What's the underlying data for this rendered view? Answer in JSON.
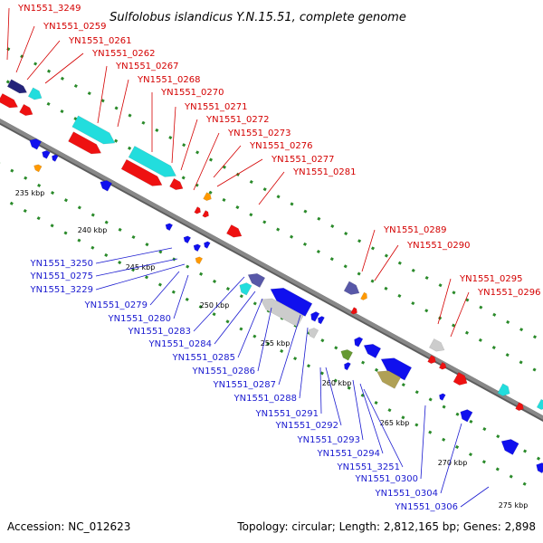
{
  "title": "Sulfolobus islandicus Y.N.15.51, complete genome",
  "footer": {
    "accession": "Accession: NC_012623",
    "summary": "Topology: circular; Length: 2,812,165 bp; Genes: 2,898"
  },
  "colors": {
    "forward_label": "#d40000",
    "reverse_label": "#1a1ad0",
    "backbone": "#888888",
    "tick": "#2a8a2a"
  },
  "kbp_ticks": [
    "235 kbp",
    "240 kbp",
    "245 kbp",
    "250 kbp",
    "255 kbp",
    "260 kbp",
    "265 kbp",
    "270 kbp",
    "275 kbp"
  ],
  "forward_labels": [
    "YN1551_3249",
    "YN1551_0259",
    "YN1551_0261",
    "YN1551_0262",
    "YN1551_0267",
    "YN1551_0268",
    "YN1551_0270",
    "YN1551_0271",
    "YN1551_0272",
    "YN1551_0273",
    "YN1551_0276",
    "YN1551_0277",
    "YN1551_0281",
    "YN1551_0289",
    "YN1551_0290",
    "YN1551_0295",
    "YN1551_0296"
  ],
  "reverse_labels": [
    "YN1551_3250",
    "YN1551_0275",
    "YN1551_3229",
    "YN1551_0279",
    "YN1551_0280",
    "YN1551_0283",
    "YN1551_0284",
    "YN1551_0285",
    "YN1551_0286",
    "YN1551_0287",
    "YN1551_0288",
    "YN1551_0291",
    "YN1551_0292",
    "YN1551_0293",
    "YN1551_0294",
    "YN1551_3251",
    "YN1551_0300",
    "YN1551_0304",
    "YN1551_0306"
  ]
}
